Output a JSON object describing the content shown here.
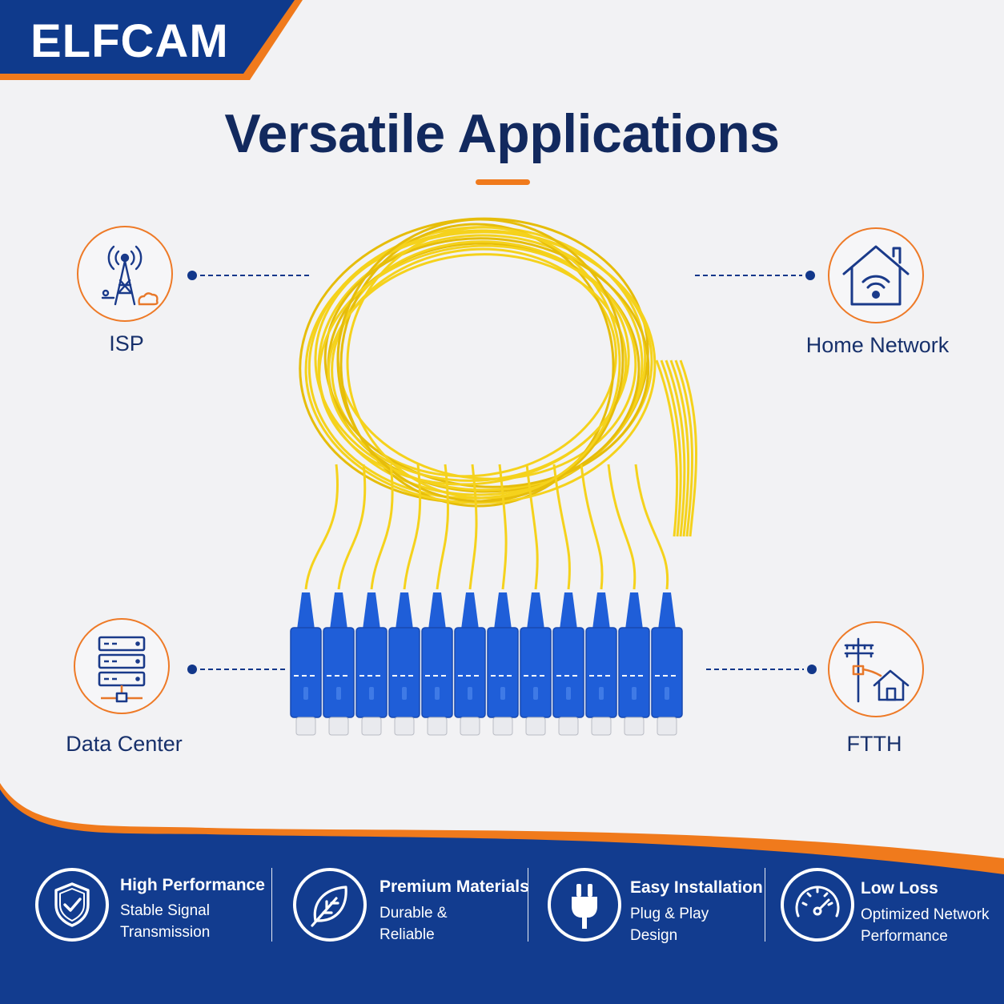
{
  "brand": {
    "name": "ELFCAM"
  },
  "colors": {
    "navy": "#0f3a8c",
    "orange": "#f07a1c",
    "dark_text": "#12295e",
    "cable_yellow": "#f5d21c",
    "connector_blue": "#1f5ed8"
  },
  "headline": "Versatile Applications",
  "applications": [
    {
      "label": "ISP",
      "icon": "cell-tower-icon"
    },
    {
      "label": "Home Network",
      "icon": "home-wifi-icon"
    },
    {
      "label": "Data Center",
      "icon": "server-rack-icon"
    },
    {
      "label": "FTTH",
      "icon": "utility-pole-house-icon"
    }
  ],
  "features": [
    {
      "title": "High Performance",
      "line1": "Stable Signal",
      "line2": "Transmission",
      "icon": "shield-check-icon"
    },
    {
      "title": "Premium Materials",
      "line1": "Durable &",
      "line2": "Reliable",
      "icon": "leaf-icon"
    },
    {
      "title": "Easy Installation",
      "line1": "Plug & Play",
      "line2": "Design",
      "icon": "plug-icon"
    },
    {
      "title": "Low Loss",
      "line1": "Optimized Network",
      "line2": "Performance",
      "icon": "gauge-icon"
    }
  ],
  "product": {
    "connector_count": 12
  }
}
